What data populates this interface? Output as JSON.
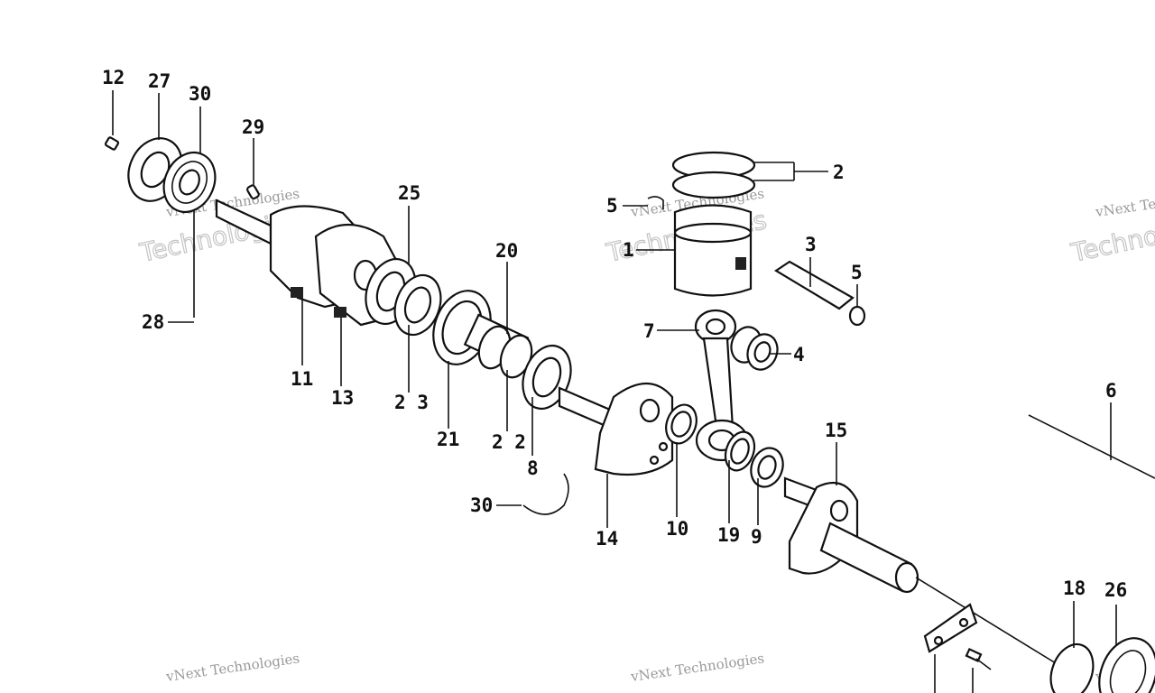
{
  "callouts": [
    {
      "id": "c12a",
      "text": "12"
    },
    {
      "id": "c27a",
      "text": "27"
    },
    {
      "id": "c30a",
      "text": "30"
    },
    {
      "id": "c29",
      "text": "29"
    },
    {
      "id": "c28",
      "text": "28"
    },
    {
      "id": "c11",
      "text": "11"
    },
    {
      "id": "c13",
      "text": "13"
    },
    {
      "id": "c25",
      "text": "25"
    },
    {
      "id": "c23",
      "text": "2 3"
    },
    {
      "id": "c21",
      "text": "21"
    },
    {
      "id": "c20",
      "text": "20"
    },
    {
      "id": "c22",
      "text": "2 2"
    },
    {
      "id": "c8",
      "text": "8"
    },
    {
      "id": "c30b",
      "text": "30"
    },
    {
      "id": "c14",
      "text": "14"
    },
    {
      "id": "c10",
      "text": "10"
    },
    {
      "id": "c19",
      "text": "19"
    },
    {
      "id": "c9",
      "text": "9"
    },
    {
      "id": "c15",
      "text": "15"
    },
    {
      "id": "c6",
      "text": "6"
    },
    {
      "id": "c7",
      "text": "7"
    },
    {
      "id": "c4",
      "text": "4"
    },
    {
      "id": "c5a",
      "text": "5"
    },
    {
      "id": "c5b",
      "text": "5"
    },
    {
      "id": "c2",
      "text": "2"
    },
    {
      "id": "c1",
      "text": "1"
    },
    {
      "id": "c3",
      "text": "3"
    },
    {
      "id": "c18",
      "text": "18"
    },
    {
      "id": "c26",
      "text": "26"
    }
  ],
  "watermark": {
    "line1": "vNext Technologies",
    "line2": "Technologies",
    "small": "vNext"
  }
}
